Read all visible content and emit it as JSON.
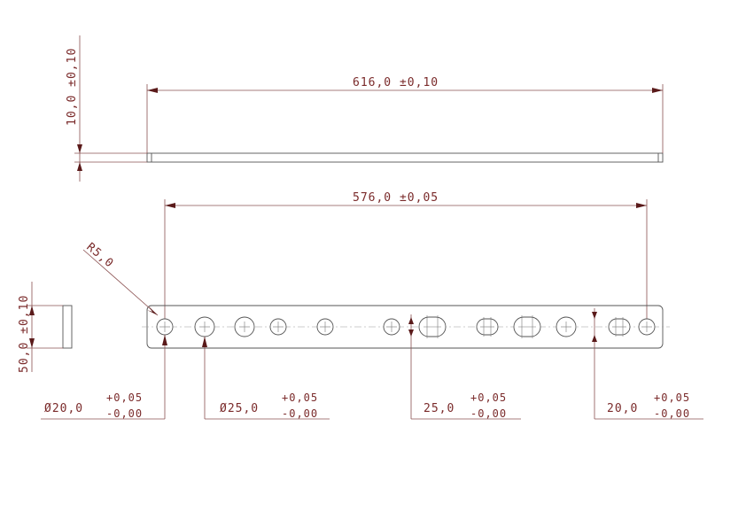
{
  "dimensions": {
    "top_length": "616,0 ±0,10",
    "thickness": "10,0 ±0,10",
    "hole_span": "576,0 ±0,05",
    "radius": "R5,0",
    "width": "50,0 ±0,10",
    "hole_20_dia": "Ø20,0",
    "hole_20_tol_plus": "+0,05",
    "hole_20_tol_minus": "-0,00",
    "hole_25_dia": "Ø25,0",
    "hole_25_tol_plus": "+0,05",
    "hole_25_tol_minus": "-0,00",
    "slot_25": "25,0",
    "slot_25_tol_plus": "+0,05",
    "slot_25_tol_minus": "-0,00",
    "slot_20": "20,0",
    "slot_20_tol_plus": "+0,05",
    "slot_20_tol_minus": "-0,00"
  },
  "colors": {
    "dimension_text": "#7a2a2a",
    "outline": "#555555"
  }
}
